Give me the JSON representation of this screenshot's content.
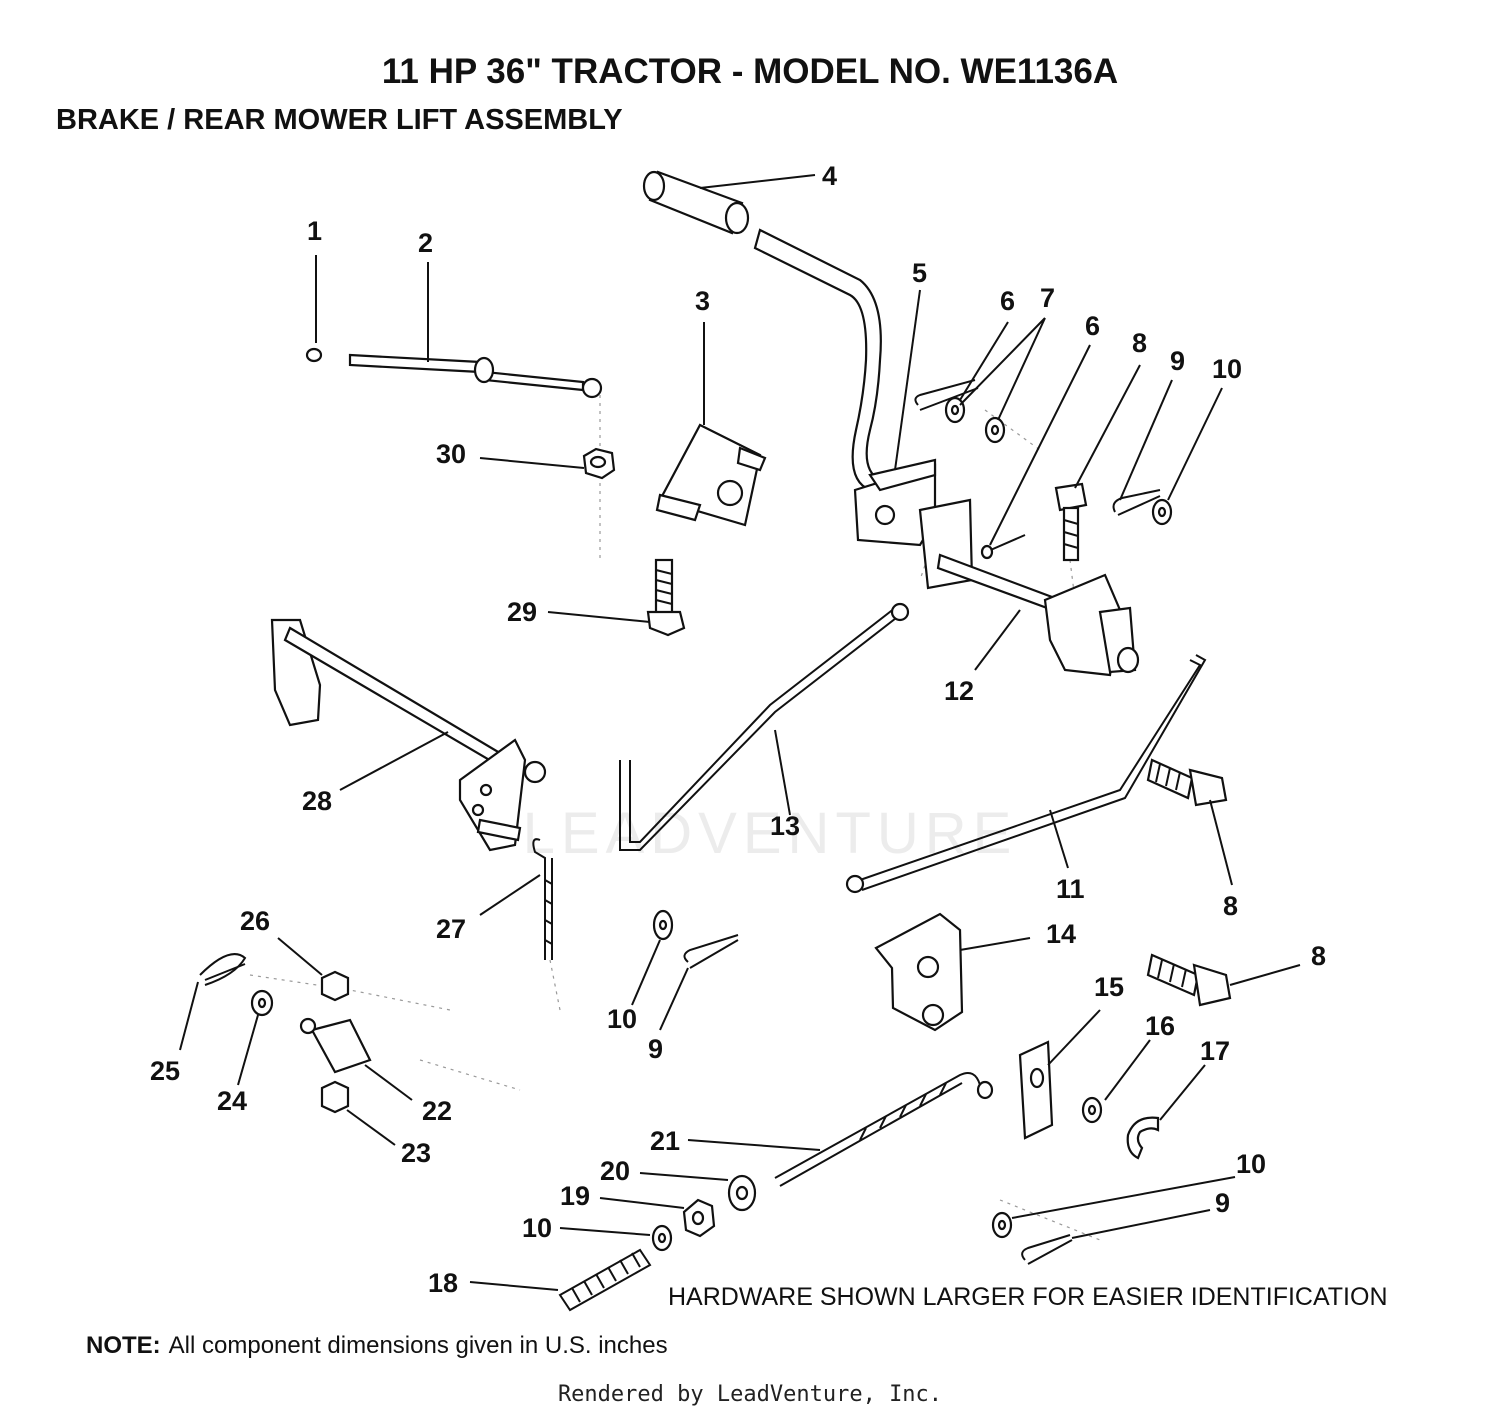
{
  "header": {
    "title": "11 HP 36\" TRACTOR - MODEL NO. WE1136A",
    "subtitle": "BRAKE / REAR MOWER LIFT ASSEMBLY"
  },
  "labels": {
    "l1": "1",
    "l2": "2",
    "l3": "3",
    "l4": "4",
    "l5": "5",
    "l6a": "6",
    "l6b": "6",
    "l7": "7",
    "l8a": "8",
    "l8b": "8",
    "l8c": "8",
    "l9a": "9",
    "l9b": "9",
    "l9c": "9",
    "l10a": "10",
    "l10b": "10",
    "l10c": "10",
    "l10d": "10",
    "l11": "11",
    "l12": "12",
    "l13": "13",
    "l14": "14",
    "l15": "15",
    "l16": "16",
    "l17": "17",
    "l18": "18",
    "l19": "19",
    "l20": "20",
    "l21": "21",
    "l22": "22",
    "l23": "23",
    "l24": "24",
    "l25": "25",
    "l26": "26",
    "l27": "27",
    "l28": "28",
    "l29": "29",
    "l30": "30"
  },
  "hardware_note": "HARDWARE SHOWN LARGER FOR EASIER IDENTIFICATION",
  "note": {
    "label": "NOTE:",
    "text": "All component dimensions given in U.S. inches"
  },
  "watermark": "LEADVENTURE",
  "footer": "Rendered by LeadVenture, Inc."
}
